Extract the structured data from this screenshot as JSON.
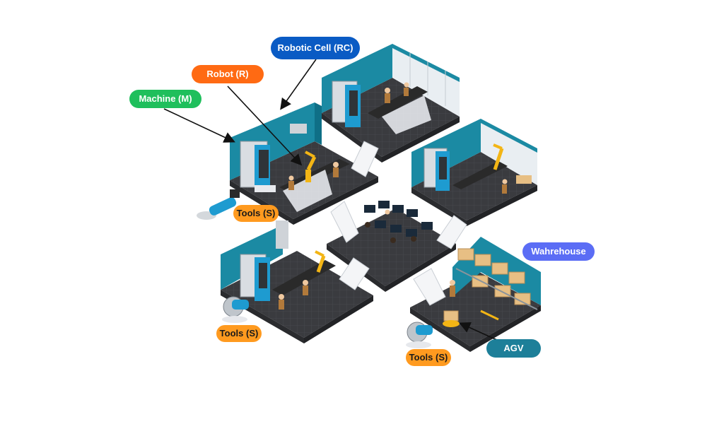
{
  "labels": {
    "robotic_cell": "Robotic Cell (RC)",
    "robot": "Robot (R)",
    "machine": "Machine (M)",
    "tools_1": "Tools (S)",
    "tools_2": "Tools (S)",
    "tools_3": "Tools (S)",
    "warehouse": "Wahrehouse",
    "agv": "AGV"
  },
  "colors": {
    "robotic_cell": "#0a5bc4",
    "robot": "#ff6a13",
    "machine": "#1fbf5c",
    "tools": "#ff9a1f",
    "warehouse": "#5b6df5",
    "agv": "#1d7f99",
    "floor": "#3a3b3f",
    "wall": "#1b8aa3",
    "wall_dark": "#0f6f86",
    "conveyor": "#2a2a2a",
    "robot_arm": "#f3b515",
    "box": "#e7bf84"
  },
  "icons": [
    "arrow-icon",
    "robot-arm-icon",
    "angle-grinder-icon",
    "circular-saw-icon",
    "forklift-icon",
    "box-icon",
    "monitor-icon",
    "stairs-icon",
    "worker-icon"
  ]
}
